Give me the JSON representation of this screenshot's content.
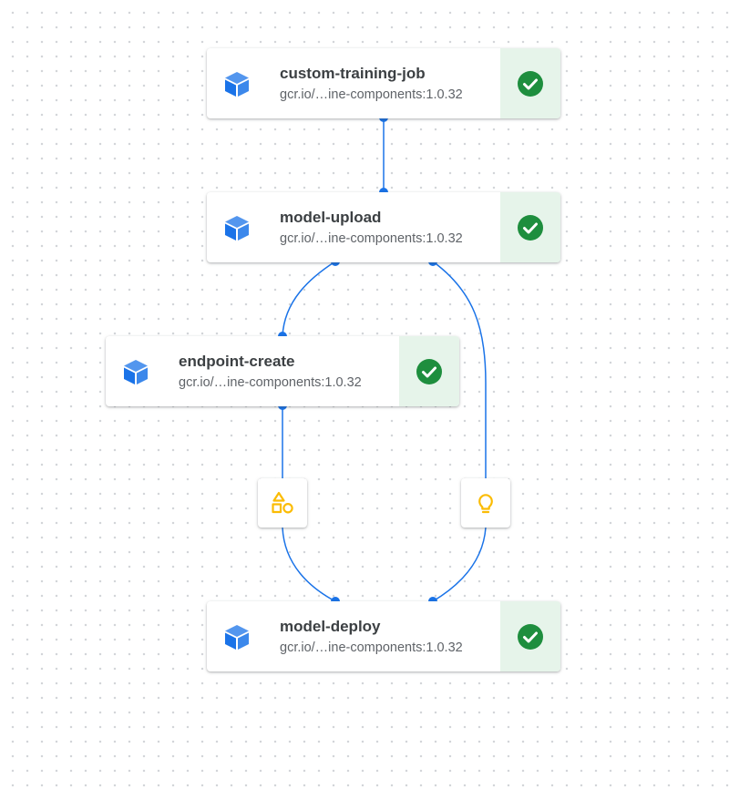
{
  "colors": {
    "edge": "#1a73e8",
    "node_icon": "#1a73e8",
    "status_success": "#1e8e3e",
    "status_bg": "#e6f4ea",
    "artifact_icon": "#fbbc04"
  },
  "nodes": [
    {
      "id": "custom-training-job",
      "title": "custom-training-job",
      "subtitle": "gcr.io/…ine-components:1.0.32",
      "icon": "cube-icon",
      "status": "succeeded",
      "status_icon": "check-circle-icon"
    },
    {
      "id": "model-upload",
      "title": "model-upload",
      "subtitle": "gcr.io/…ine-components:1.0.32",
      "icon": "cube-icon",
      "status": "succeeded",
      "status_icon": "check-circle-icon"
    },
    {
      "id": "endpoint-create",
      "title": "endpoint-create",
      "subtitle": "gcr.io/…ine-components:1.0.32",
      "icon": "cube-icon",
      "status": "succeeded",
      "status_icon": "check-circle-icon"
    },
    {
      "id": "model-deploy",
      "title": "model-deploy",
      "subtitle": "gcr.io/…ine-components:1.0.32",
      "icon": "cube-icon",
      "status": "succeeded",
      "status_icon": "check-circle-icon"
    }
  ],
  "artifacts": [
    {
      "id": "endpoint-artifact",
      "icon": "shapes-icon"
    },
    {
      "id": "model-artifact",
      "icon": "lightbulb-icon"
    }
  ],
  "edges": [
    {
      "from": "custom-training-job",
      "to": "model-upload"
    },
    {
      "from": "model-upload",
      "to": "endpoint-create"
    },
    {
      "from": "model-upload",
      "to": "model-artifact"
    },
    {
      "from": "endpoint-create",
      "to": "endpoint-artifact"
    },
    {
      "from": "endpoint-artifact",
      "to": "model-deploy"
    },
    {
      "from": "model-artifact",
      "to": "model-deploy"
    }
  ]
}
